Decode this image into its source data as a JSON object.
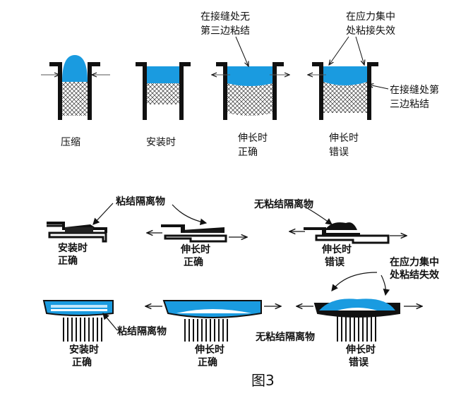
{
  "colors": {
    "sealant_blue": "#1a9be0",
    "sealant_light": "#bfe6fb",
    "wall": "#111111",
    "bond_breaker": "#222222"
  },
  "top": {
    "labels": {
      "compress": "压缩",
      "install": "安装时",
      "extend_ok_1": "伸长时",
      "extend_ok_2": "正确",
      "extend_bad_1": "伸长时",
      "extend_bad_2": "错误"
    },
    "callouts": {
      "no_third_side_1": "在接缝处无",
      "no_third_side_2": "第三边粘结",
      "stress_fail_1": "在应力集中",
      "stress_fail_2": "处粘接失效",
      "third_side_1": "在接缝处第",
      "third_side_2": "三边粘结"
    }
  },
  "bottom": {
    "labels": {
      "bond_breaker": "粘结隔离物",
      "no_bond_breaker": "无粘结隔离物",
      "install_1": "安装时",
      "install_2": "正确",
      "extend_ok_1": "伸长时",
      "extend_ok_2": "正确",
      "extend_bad_1": "伸长时",
      "extend_bad_2": "错误",
      "lower_install_1": "安装时",
      "lower_install_2": "正确",
      "lower_bond_breaker": "粘结隔离物",
      "lower_extend_ok_1": "伸长时",
      "lower_extend_ok_2": "正确",
      "lower_no_bond_breaker": "无粘结隔离物",
      "lower_extend_bad_1": "伸长时",
      "lower_extend_bad_2": "错误",
      "stress_fail_1": "在应力集中",
      "stress_fail_2": "处粘结失效"
    }
  },
  "caption": "图3"
}
